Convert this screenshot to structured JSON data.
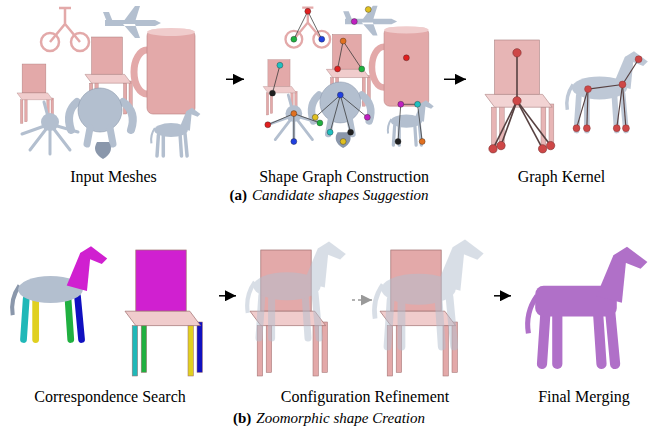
{
  "diagram": {
    "nodes": [
      {
        "text": [
          "Input Meshes"
        ]
      },
      {
        "text": [
          "Shape Graph Construction"
        ]
      },
      {
        "text": [
          "Graph Kernel"
        ]
      },
      {
        "text": [
          "Correspondence Search"
        ]
      },
      {
        "text": [
          "Configuration Refinement"
        ]
      },
      {
        "text": [
          "Final Merging"
        ]
      }
    ],
    "edges": [
      {
        "from": 0,
        "to": 1,
        "arrow": "to"
      },
      {
        "from": 1,
        "to": 2,
        "arrow": "to"
      },
      {
        "from": 3,
        "to": 4,
        "arrow": "to"
      },
      {
        "from": 4,
        "to": 5,
        "arrow": "to"
      }
    ],
    "labels": [
      "(a)",
      "Candidate shapes Suggestion",
      "(b)",
      "Zoomorphic shape Creation"
    ]
  }
}
